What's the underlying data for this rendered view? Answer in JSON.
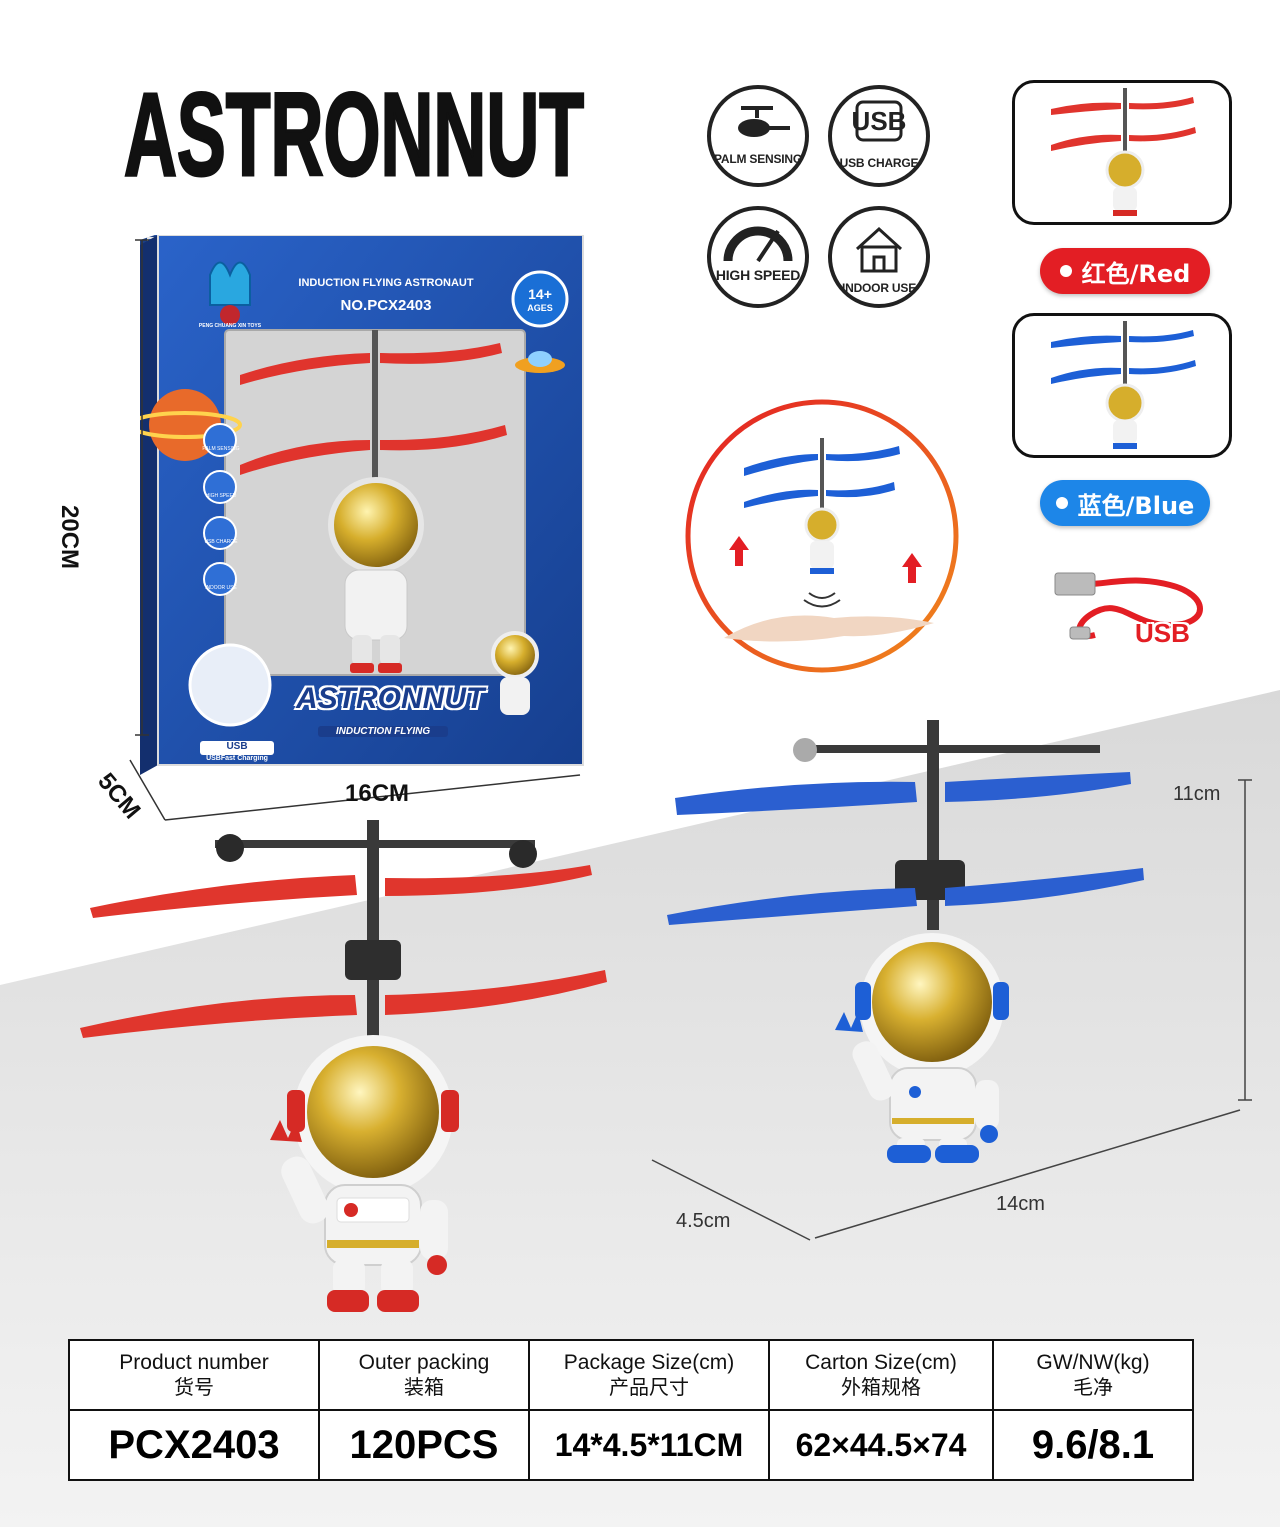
{
  "brand": {
    "title": "ASTRONNUT"
  },
  "box": {
    "subtitle": "INDUCTION FLYING ASTRONAUT",
    "model": "NO.PCX2403",
    "age_badge_top": "14+",
    "age_badge_bottom": "AGES",
    "maker": "PENG CHUANG XIN TOYS",
    "logo_title": "ASTRONNUT",
    "logo_subtitle": "INDUCTION FLYING",
    "usb_badge": "USB",
    "usb_caption": "USBFast Charging",
    "side_features": [
      "PALM SENSING",
      "HIGH SPEED",
      "USB CHARGE",
      "INDOOR USE"
    ]
  },
  "box_dimensions": {
    "height": "20CM",
    "width": "16CM",
    "depth": "5CM"
  },
  "features": [
    {
      "icon": "helicopter-icon",
      "label": "PALM SENSING"
    },
    {
      "icon": "usb-icon",
      "label": "USB CHARGE",
      "icon_text": "USB"
    },
    {
      "icon": "speedometer-icon",
      "label": "HIGH SPEED"
    },
    {
      "icon": "house-icon",
      "label": "INDOOR USE"
    }
  ],
  "colors": [
    {
      "label": "红色/Red",
      "hex": "#e31e24"
    },
    {
      "label": "蓝色/Blue",
      "hex": "#1d86e8"
    }
  ],
  "usb_cable": {
    "label": "USB"
  },
  "product_dimensions": {
    "height": "11cm",
    "depth": "4.5cm",
    "width": "14cm"
  },
  "spec_table": {
    "headers": [
      {
        "en": "Product number",
        "zh": "货号"
      },
      {
        "en": "Outer packing",
        "zh": "装箱"
      },
      {
        "en": "Package Size(cm)",
        "zh": "产品尺寸"
      },
      {
        "en": "Carton Size(cm)",
        "zh": "外箱规格"
      },
      {
        "en": "GW/NW(kg)",
        "zh": "毛净"
      }
    ],
    "values": [
      "PCX2403",
      "120PCS",
      "14*4.5*11CM",
      "62×44.5×74",
      "9.6/8.1"
    ]
  },
  "accent_colors": {
    "red": "#e31e24",
    "blue": "#1d5fd6",
    "gold": "#c9a227",
    "box_blue": "#1f4fa8"
  }
}
